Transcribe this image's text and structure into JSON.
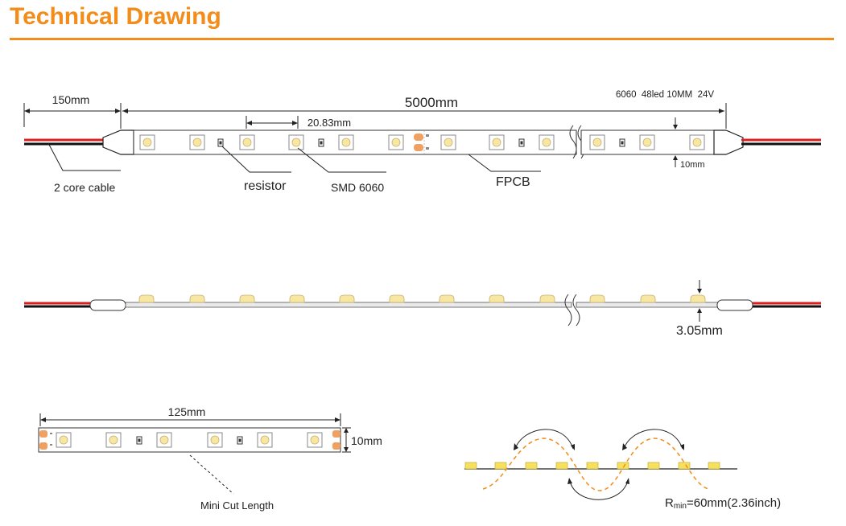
{
  "header": {
    "title": "Technical Drawing"
  },
  "top_view": {
    "cable_length": "150mm",
    "total_length": "5000mm",
    "spec": "6060  48led 10MM  24V",
    "pitch": "20.83mm",
    "width": "10mm",
    "label_cable": "2 core cable",
    "label_resistor": "resistor",
    "label_led": "SMD 6060",
    "label_pcb": "FPCB"
  },
  "side_view": {
    "height": "3.05mm"
  },
  "cut_view": {
    "length": "125mm",
    "width": "10mm",
    "label": "Mini Cut Length"
  },
  "bend": {
    "r_prefix": "R",
    "r_sub": "min",
    "r_value": "=60mm(2.36inch)"
  },
  "colors": {
    "accent": "#f28c1a",
    "led": "#f7e7a3",
    "cable_red": "#d9201f",
    "pad": "#f0a060"
  }
}
